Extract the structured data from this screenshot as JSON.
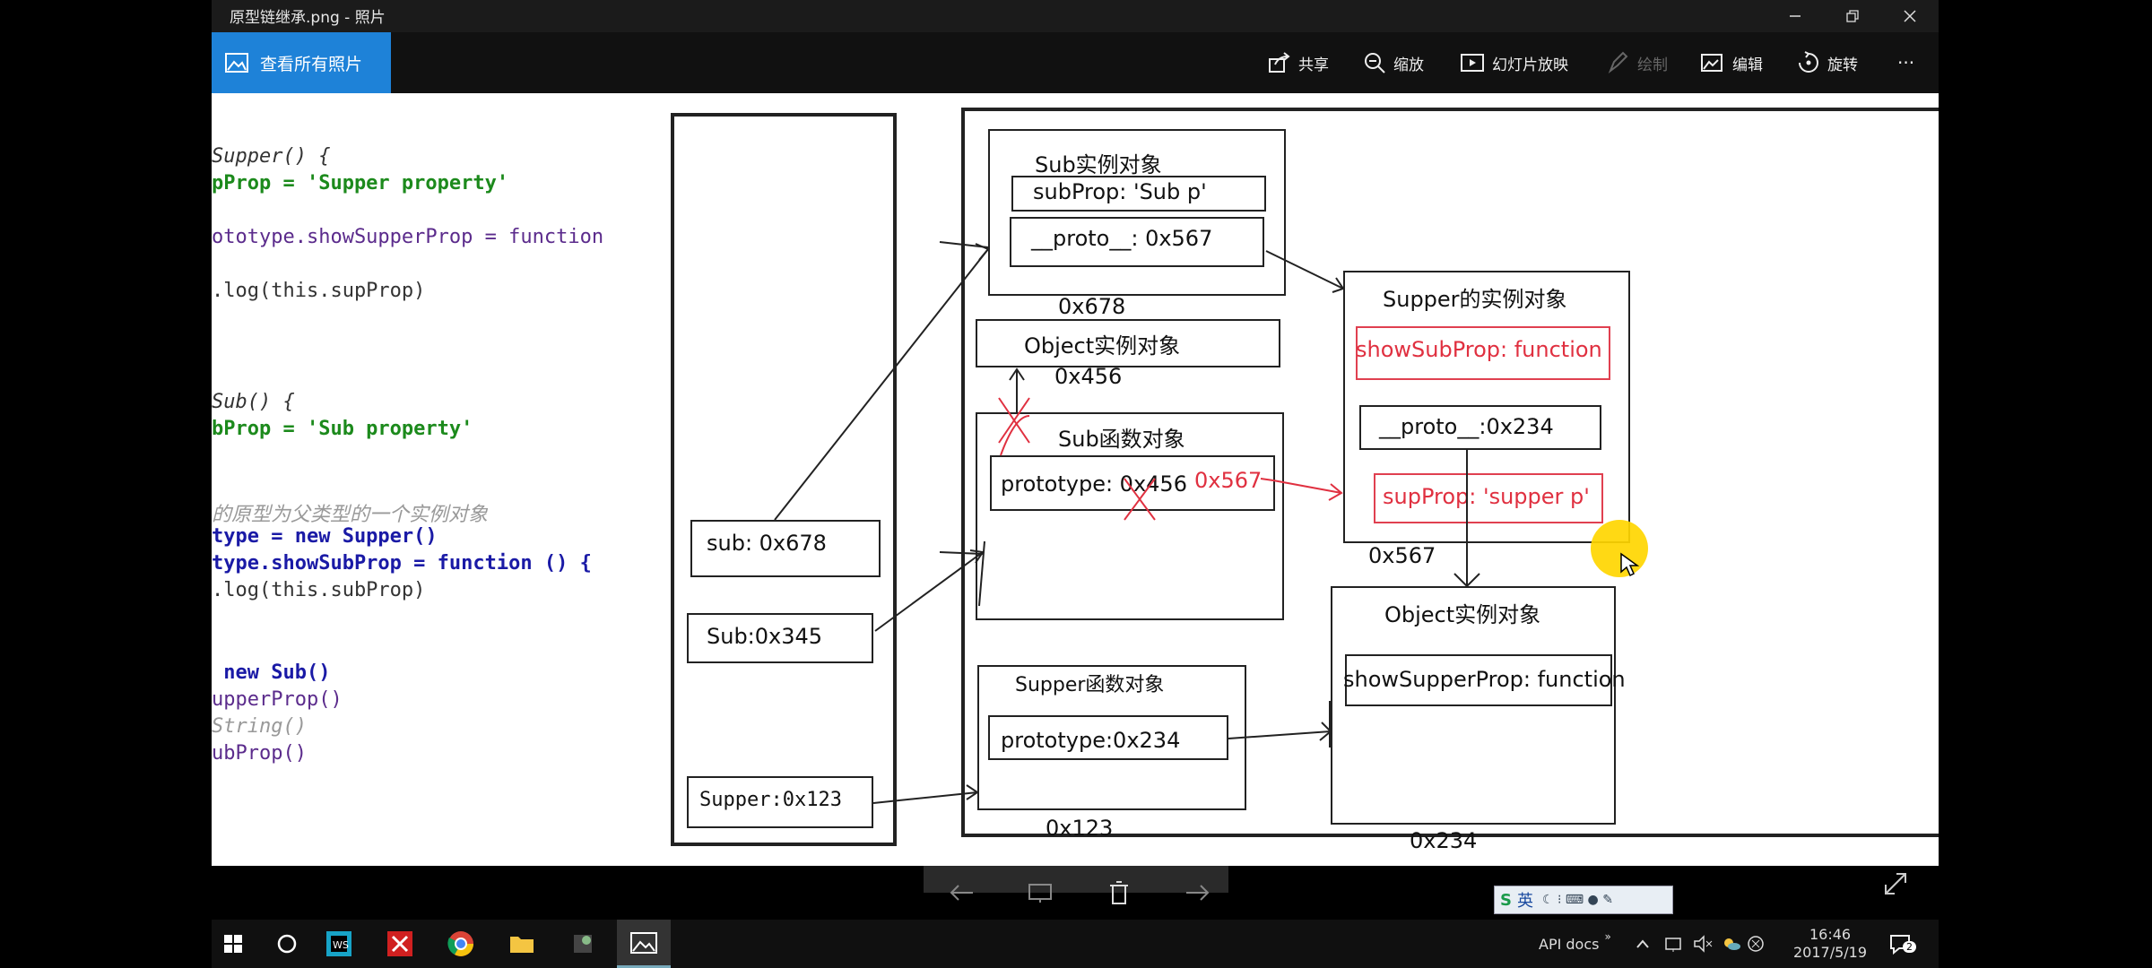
{
  "window": {
    "title": "原型链继承.png - 照片"
  },
  "toolbar": {
    "view_all": "查看所有照片",
    "share": "共享",
    "zoom": "缩放",
    "slideshow": "幻灯片放映",
    "draw": "绘制",
    "edit": "编辑",
    "rotate": "旋转",
    "more": "···"
  },
  "code": {
    "lines": [
      "Supper() {",
      "pProp = 'Supper property'",
      "ototype.showSupperProp = function",
      ".log(this.supProp)",
      "Sub() {",
      "bProp = 'Sub property'",
      "的原型为父类型的一个实例对象",
      "type = new Supper()",
      "type.showSubProp = function () {",
      ".log(this.subProp)",
      " new Sub()",
      "upperProp()",
      "String()",
      "ubProp()"
    ]
  },
  "stack": {
    "sub": "sub: 0x678",
    "sub_fn": "Sub:0x345",
    "supper_fn": "Supper:0x123"
  },
  "heap": {
    "sub_instance_title": "Sub实例对象",
    "sub_prop": "subProp: 'Sub p'",
    "sub_proto": "__proto__: 0x567",
    "addr_678": "0x678",
    "object_instance_title": "Object实例对象",
    "addr_456": "0x456",
    "sub_fn_title": "Sub函数对象",
    "sub_fn_prototype": "prototype: 0x456",
    "sub_fn_prototype_new": "0x567",
    "supper_fn_title": "Supper函数对象",
    "supper_fn_prototype": "prototype:0x234",
    "addr_123": "0x123",
    "supper_instance_title": "Supper的实例对象",
    "show_sub_prop": "showSubProp: function",
    "supper_instance_proto": "__proto__:0x234",
    "sup_prop": "supProp: 'supper p'",
    "addr_567": "0x567",
    "object_instance2_title": "Object实例对象",
    "show_supper_prop": "showSupperProp: function",
    "addr_234": "0x234"
  },
  "taskbar": {
    "api_docs": "API docs",
    "time": "16:46",
    "date": "2017/5/19",
    "notif_count": "2",
    "ime_label": "英"
  },
  "colors": {
    "accent": "#1e82d8",
    "red_annotation": "#e03040",
    "cursor_highlight": "#ffd600"
  }
}
